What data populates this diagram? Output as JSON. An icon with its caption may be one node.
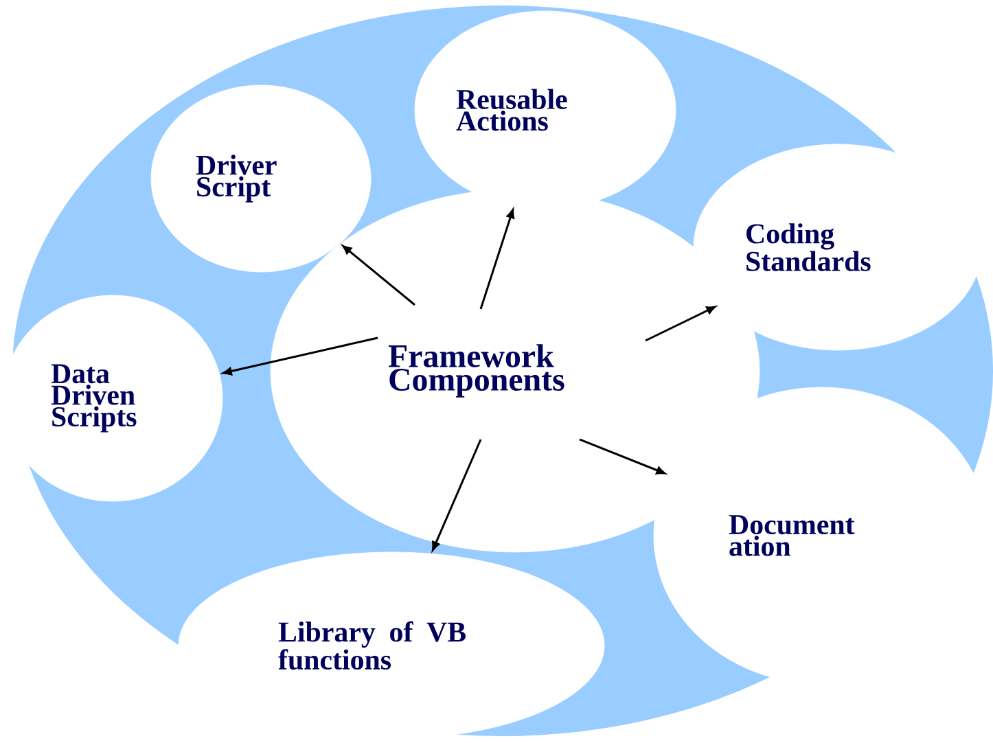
{
  "diagram": {
    "nodes": [
      {
        "text": [],
        "shape": "ellipse"
      },
      {
        "text": [
          "Framework Components"
        ],
        "in": 0
      },
      {
        "text": [
          "Driver Script"
        ],
        "in": 0
      },
      {
        "text": [
          "Reusable Actions"
        ],
        "in": 0
      },
      {
        "text": [
          "Coding Standards"
        ],
        "in": 0
      },
      {
        "text": [
          "Data Driven Scripts"
        ],
        "in": 0
      },
      {
        "text": [
          "Document ation"
        ],
        "in": 0
      },
      {
        "text": [
          "Library of VB functions"
        ],
        "in": 0
      }
    ],
    "edges": [
      {
        "from": 1,
        "to": 2,
        "arrow": "to"
      },
      {
        "from": 1,
        "to": 3,
        "arrow": "to"
      },
      {
        "from": 1,
        "to": 4,
        "arrow": "to"
      },
      {
        "from": 1,
        "to": 5,
        "arrow": "to"
      },
      {
        "from": 1,
        "to": 6,
        "arrow": "to"
      },
      {
        "from": 1,
        "to": 7,
        "arrow": "to"
      }
    ]
  }
}
